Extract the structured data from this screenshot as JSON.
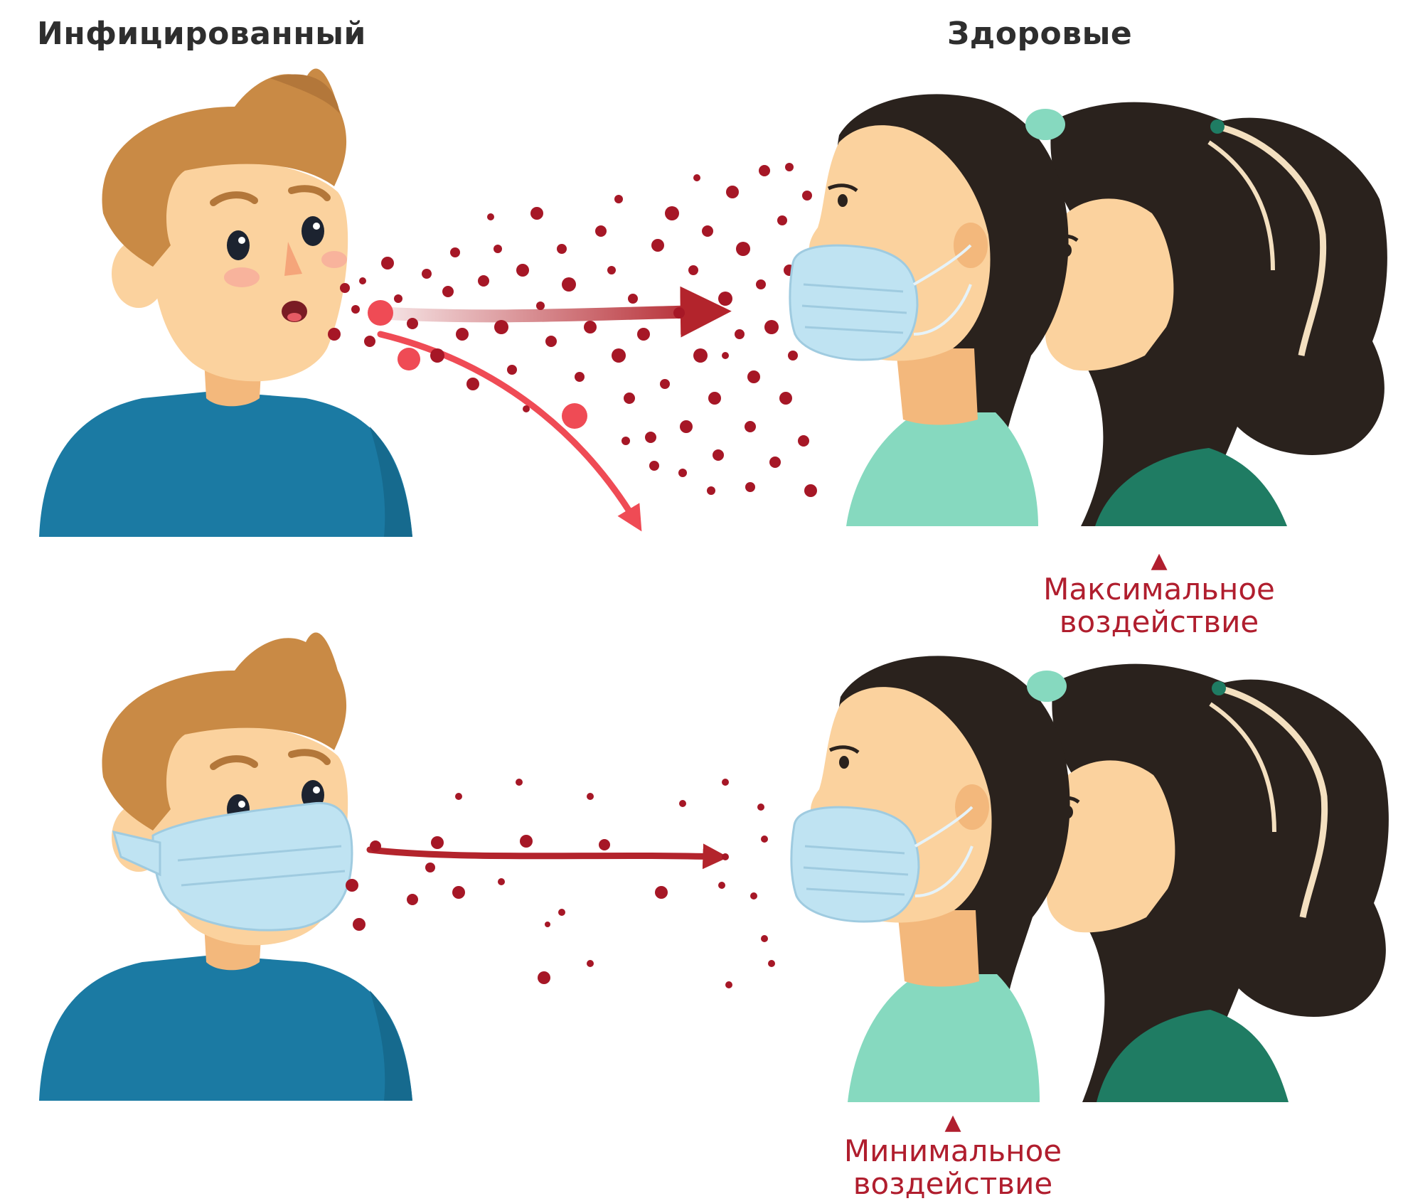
{
  "labels": {
    "infected": "Инфицированный",
    "healthy": "Здоровые"
  },
  "impact": {
    "maximum": [
      "Максимальное",
      "воздействие"
    ],
    "minimum": [
      "Минимальное",
      "воздействие"
    ],
    "marker": "▲"
  },
  "colors": {
    "droplet": "#a61726",
    "arrow_dark": "#b3242c",
    "arrow_light": "#ef4b55",
    "label_red": "#b01e2e",
    "shirt_boy": "#1b7aa3",
    "shirt_girl_front": "#86d9bf",
    "shirt_girl_back": "#1f7c63",
    "skin": "#fbd29e",
    "hair_boy": "#c98a45",
    "hair_girl": "#2a221d",
    "mask": "#bfe3f2"
  },
  "icons": {
    "infected_person": "boy-coughing-illustration",
    "infected_person_masked": "boy-wearing-mask-illustration",
    "healthy_people": "two-girls-profile-illustration"
  }
}
